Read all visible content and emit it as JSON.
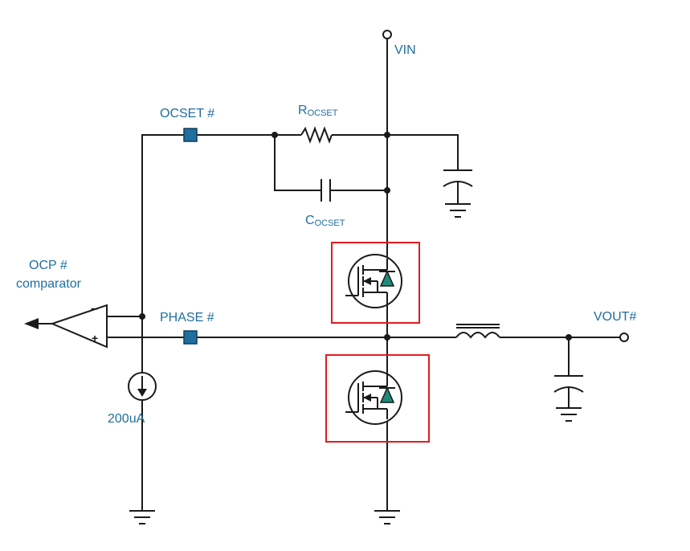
{
  "labels": {
    "vin": "VIN",
    "ocset_pin": "OCSET #",
    "r_ocset_main": "R",
    "r_ocset_sub": "OCSET",
    "c_ocset_main": "C",
    "c_ocset_sub": "OCSET",
    "ocp_line1": "OCP #",
    "ocp_line2": "comparator",
    "phase_pin": "PHASE #",
    "vout": "VOUT#",
    "current_source": "200uA",
    "comp_minus": "−",
    "comp_plus": "+"
  },
  "colors": {
    "label": "#1f6e9e",
    "pin_fill": "#1f6e9e",
    "highlight_box": "#e01b22",
    "diode_fill": "#1f8a78",
    "wire": "#1a1a1a"
  }
}
